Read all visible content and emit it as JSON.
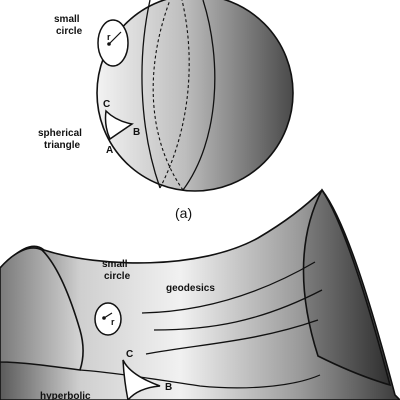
{
  "panel_a": {
    "caption": "(a)",
    "small_circle_label": [
      "small",
      "circle"
    ],
    "radius_label": "r",
    "triangle_label": [
      "spherical",
      "triangle"
    ],
    "vertices": {
      "a": "A",
      "b": "B",
      "c": "C"
    }
  },
  "panel_b": {
    "small_circle_label": [
      "small",
      "circle"
    ],
    "radius_label": "r",
    "geodesics_label": "geodesics",
    "triangle_label": [
      "hyperbolic"
    ],
    "vertices": {
      "b": "B",
      "c": "C"
    }
  },
  "colors": {
    "ink": "#111111",
    "sphere_light": "#f2f2f2",
    "sphere_dark": "#4a4a4a",
    "surface_light": "#ececec",
    "surface_dark": "#3c3c3c"
  }
}
